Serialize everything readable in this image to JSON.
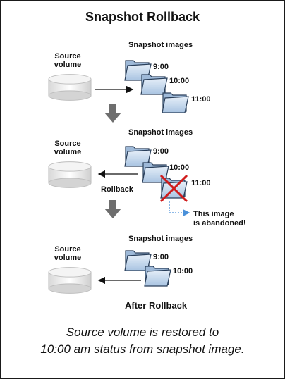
{
  "title": "Snapshot Rollback",
  "stage1": {
    "source_label": [
      "Source",
      "volume"
    ],
    "images_label": "Snapshot images",
    "times": [
      "9:00",
      "10:00",
      "11:00"
    ]
  },
  "stage2": {
    "source_label": [
      "Source",
      "volume"
    ],
    "images_label": "Snapshot images",
    "times": [
      "9:00",
      "10:00",
      "11:00"
    ],
    "rollback_label": "Rollback",
    "abandon_note": [
      "This image",
      "is abandoned!"
    ]
  },
  "stage3": {
    "source_label": [
      "Source",
      "volume"
    ],
    "images_label": "Snapshot images",
    "times": [
      "9:00",
      "10:00"
    ],
    "after_label": "After Rollback"
  },
  "caption": [
    "Source volume is restored to",
    "10:00 am status from snapshot image."
  ],
  "colors": {
    "folder_fill": "#c9dbee",
    "folder_stroke": "#2a3f5a",
    "abandon_x": "#d01c1c",
    "dotted_arrow": "#4a90d9",
    "down_arrow": "#6e6e6e"
  }
}
